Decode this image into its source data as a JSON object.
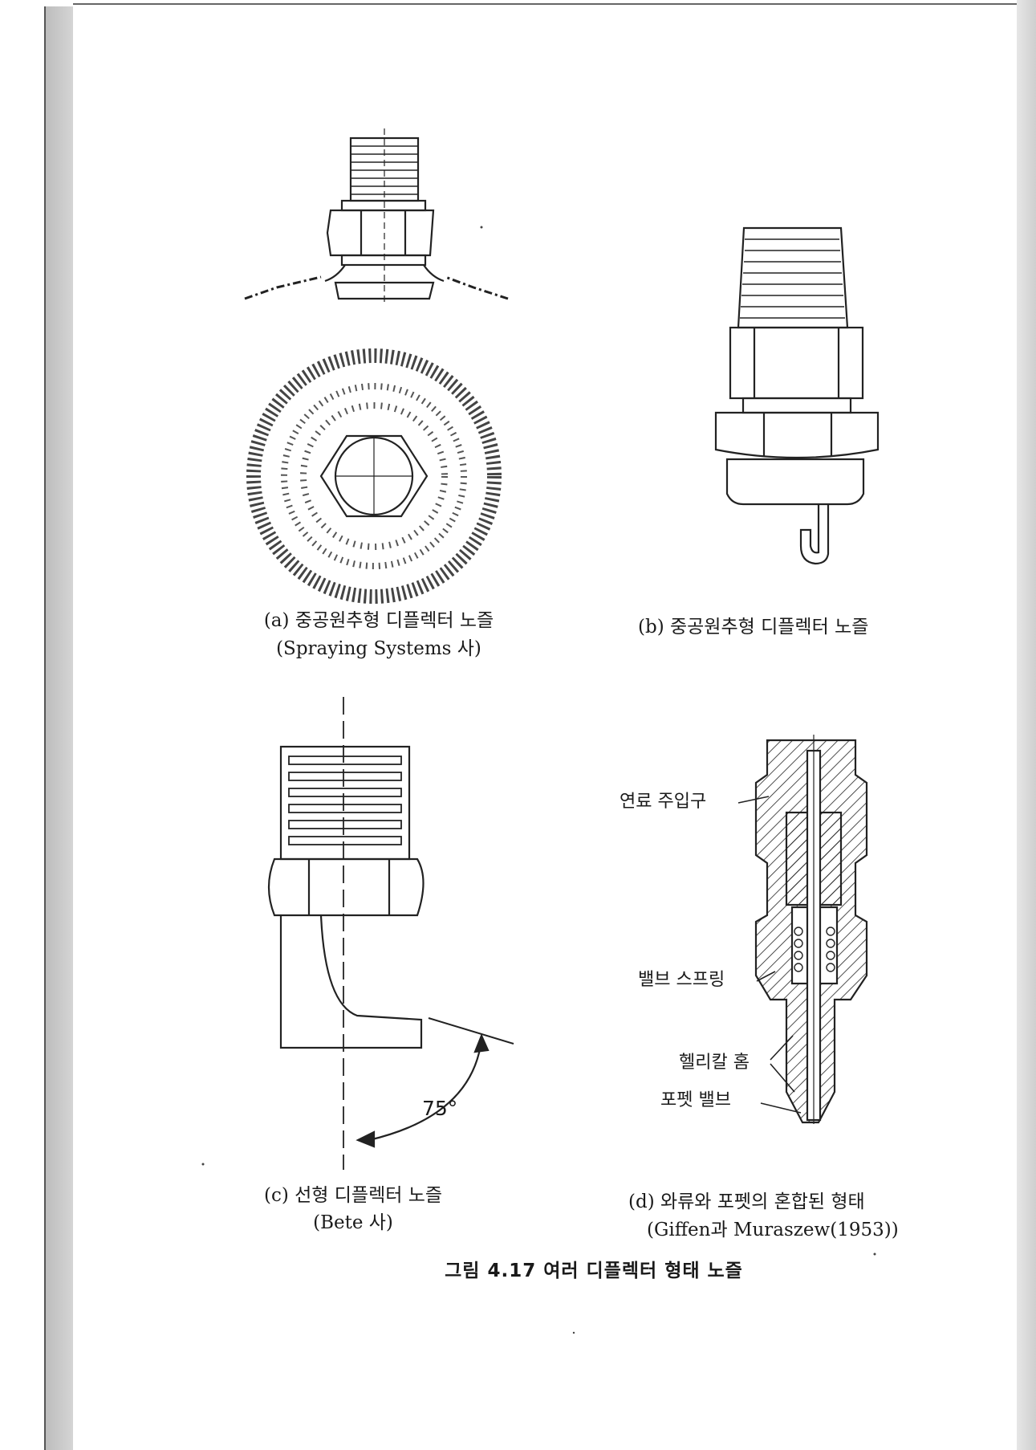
{
  "figure_a": {
    "caption": "(a) 중공원추형 디플렉터 노즐",
    "source": "(Spraying Systems 사)"
  },
  "figure_b": {
    "caption": "(b) 중공원추형 디플렉터 노즐"
  },
  "figure_c": {
    "caption": "(c) 선형 디플렉터 노즐",
    "source": "(Bete 사)",
    "angle_label": "75°"
  },
  "figure_d": {
    "caption": "(d) 와류와 포펫의 혼합된 형태",
    "source": "(Giffen과 Muraszew(1953))",
    "labels": [
      "연료 주입구",
      "밸브 스프링",
      "헬리칼 홈",
      "포펫 밸브"
    ]
  },
  "figure_title": "그림 4.17  여러 디플렉터 형태 노즐"
}
